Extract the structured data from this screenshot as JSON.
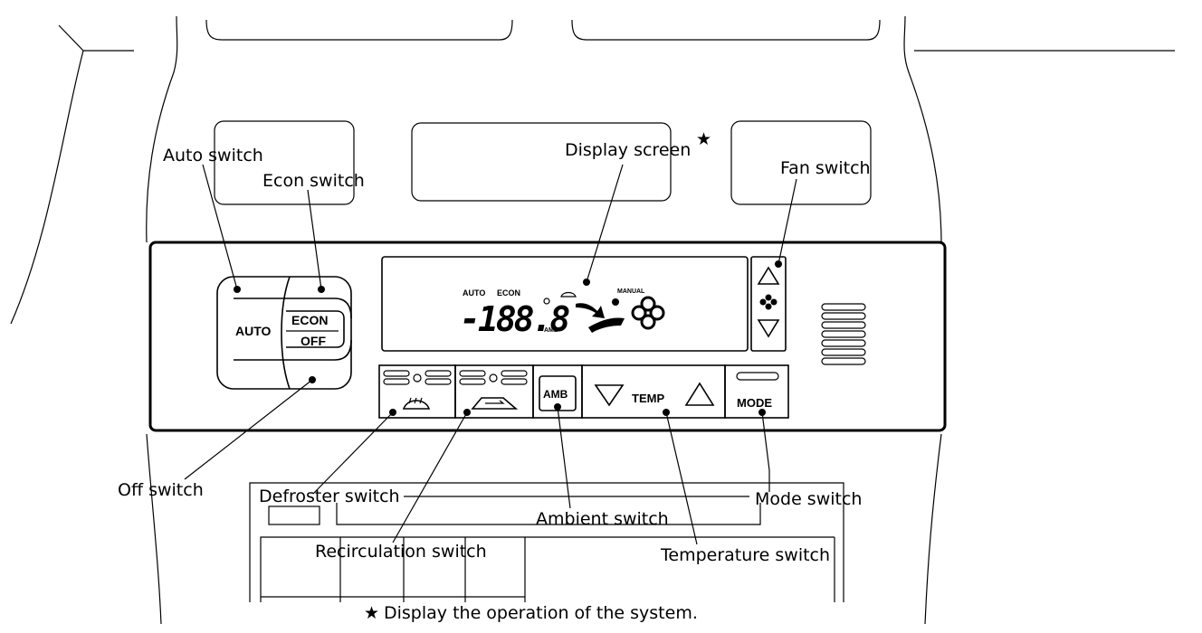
{
  "callouts": {
    "auto_switch": "Auto switch",
    "econ_switch": "Econ switch",
    "display_screen": "Display screen",
    "display_star": "★",
    "fan_switch": "Fan switch",
    "off_switch": "Off switch",
    "defroster_switch": "Defroster switch",
    "mode_switch": "Mode switch",
    "ambient_switch": "Ambient switch",
    "recirculation_switch": "Recirculation switch",
    "temperature_switch": "Temperature switch"
  },
  "footnote": {
    "star": "★",
    "text": "Display the operation of the system."
  },
  "panel": {
    "auto_label": "AUTO",
    "econ_label": "ECON",
    "off_label": "OFF",
    "amb_label": "AMB",
    "temp_label": "TEMP",
    "mode_label": "MODE"
  },
  "display": {
    "auto": "AUTO",
    "econ": "ECON",
    "manual": "MANUAL",
    "digits": "-188.8",
    "amb": "AMB"
  }
}
